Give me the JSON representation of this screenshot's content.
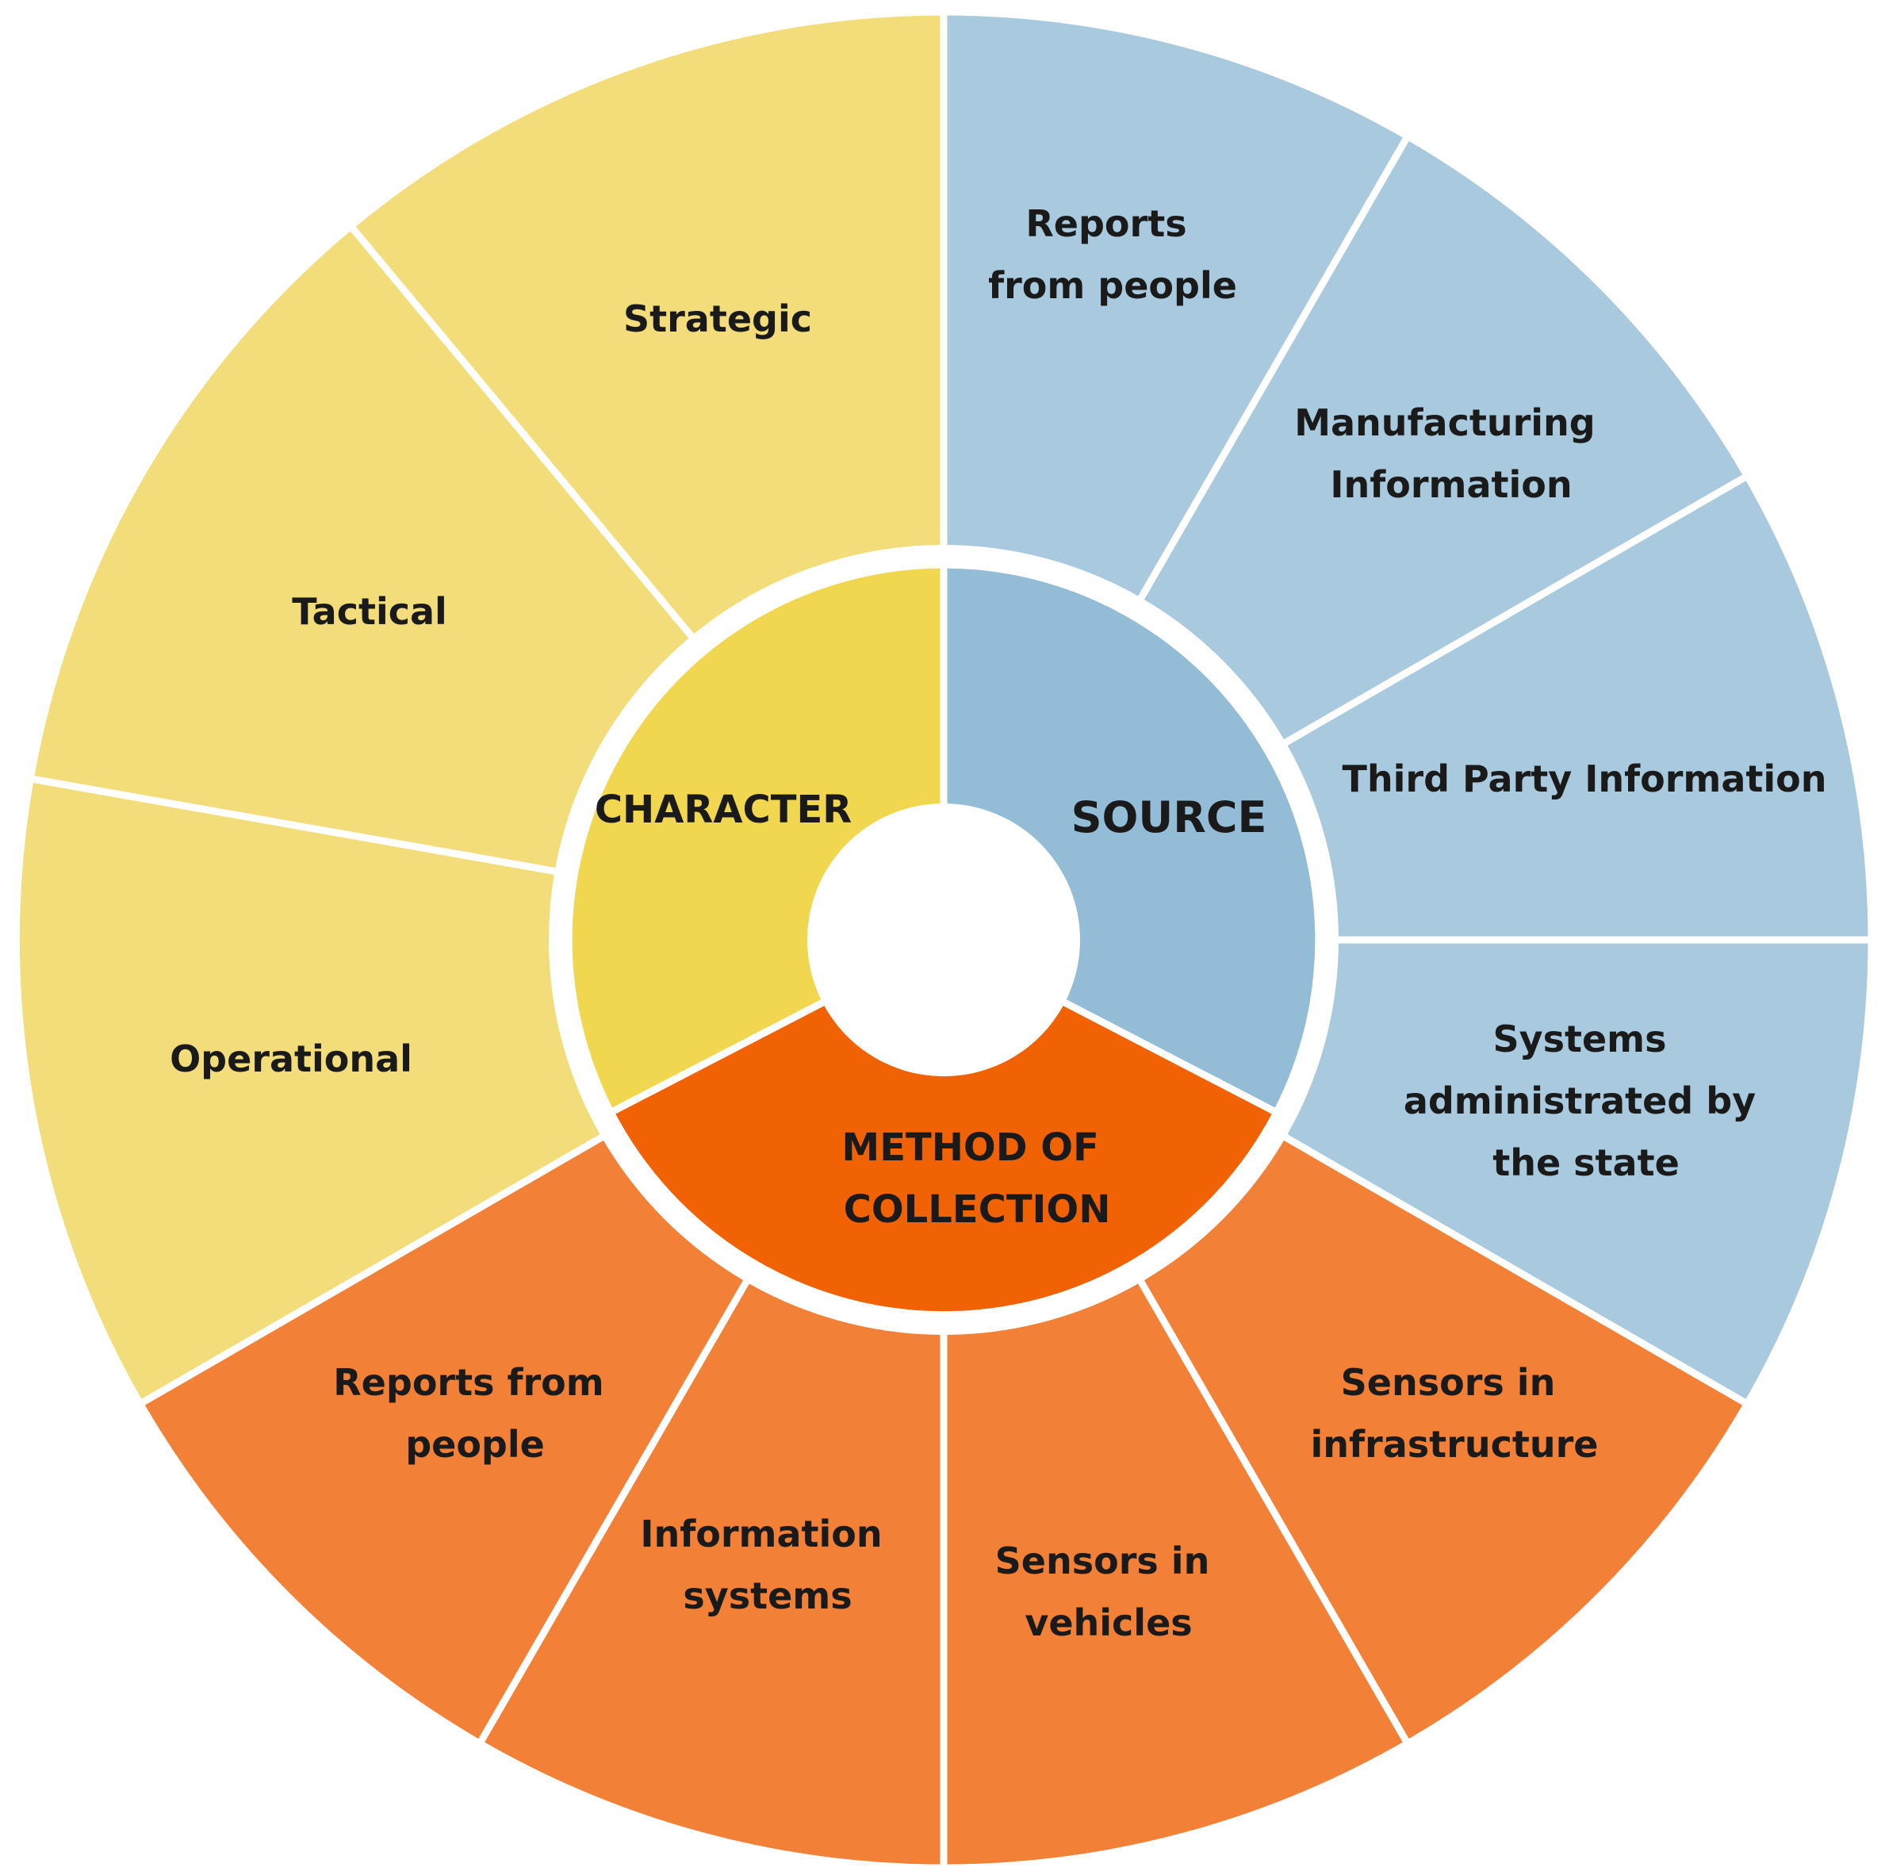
{
  "colors": {
    "character_inner": "#F1D650",
    "character_outer": "#F3DD7B",
    "source_inner": "#93BCD6",
    "source_outer": "#A8C9DE",
    "method_inner": "#F06203",
    "method_outer": "#F28037",
    "separator": "#FFFFFF",
    "text": "#1A1A1A"
  },
  "categories": [
    {
      "key": "character",
      "label": "CHARACTER",
      "segments": [
        {
          "lines": [
            "Strategic"
          ]
        },
        {
          "lines": [
            "Tactical"
          ]
        },
        {
          "lines": [
            "Operational"
          ]
        }
      ]
    },
    {
      "key": "source",
      "label": "SOURCE",
      "segments": [
        {
          "lines": [
            "Reports",
            "from people"
          ]
        },
        {
          "lines": [
            "Manufacturing",
            "Information"
          ]
        },
        {
          "lines": [
            "Third Party Information"
          ]
        },
        {
          "lines": [
            "Systems",
            "administrated by",
            "the state"
          ]
        }
      ]
    },
    {
      "key": "method",
      "label_lines": [
        "METHOD OF",
        "COLLECTION"
      ],
      "segments": [
        {
          "lines": [
            "Sensors in",
            "infrastructure"
          ]
        },
        {
          "lines": [
            "Sensors in",
            "vehicles"
          ]
        },
        {
          "lines": [
            "Information",
            "systems"
          ]
        },
        {
          "lines": [
            "Reports from",
            "people"
          ]
        }
      ]
    }
  ]
}
